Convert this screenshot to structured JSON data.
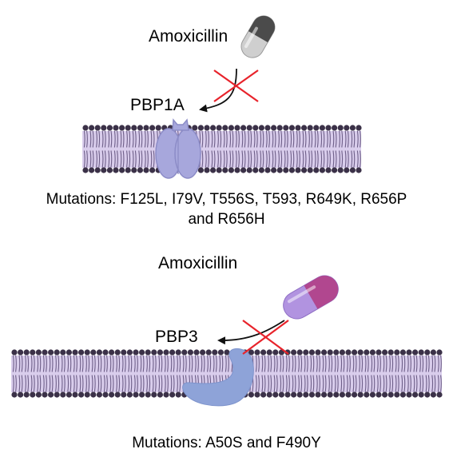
{
  "panel_top": {
    "drug_label": "Amoxicillin",
    "protein_label": "PBP1A",
    "mutations_line1": "Mutations: F125L, I79V, T556S, T593, R649K, R656P",
    "mutations_line2": "and R656H",
    "capsule_colors": [
      "#4b4b4b",
      "#cfcfcf"
    ],
    "protein_color": "#a7a7dc"
  },
  "panel_bottom": {
    "drug_label": "Amoxicillin",
    "protein_label": "PBP3",
    "mutations": "Mutations: A50S and F490Y",
    "capsule_colors": [
      "#b1478f",
      "#b193e0"
    ],
    "protein_color": "#8ea3d8"
  },
  "colors": {
    "membrane_fill": "#d9cdec",
    "lipid_head": "#3b3148",
    "lipid_tail": "#6e5f88",
    "block_cross": "#e8232b",
    "arrow": "#111111"
  }
}
